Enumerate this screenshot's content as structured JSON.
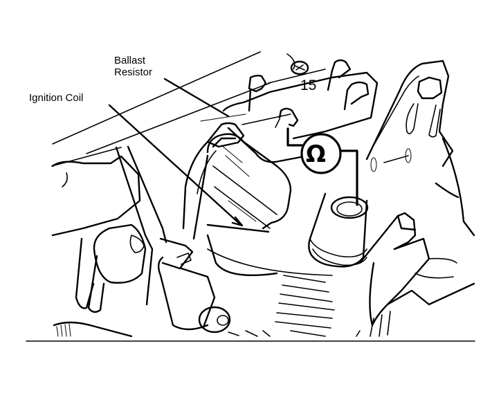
{
  "figure": {
    "labels": {
      "ballast_resistor_line1": "Ballast",
      "ballast_resistor_line2": "Resistor",
      "ignition_coil": "Ignition Coil",
      "callout_number": "15",
      "ohm_symbol": "Ω"
    },
    "ink_color": "#000000",
    "background_color": "#ffffff"
  }
}
